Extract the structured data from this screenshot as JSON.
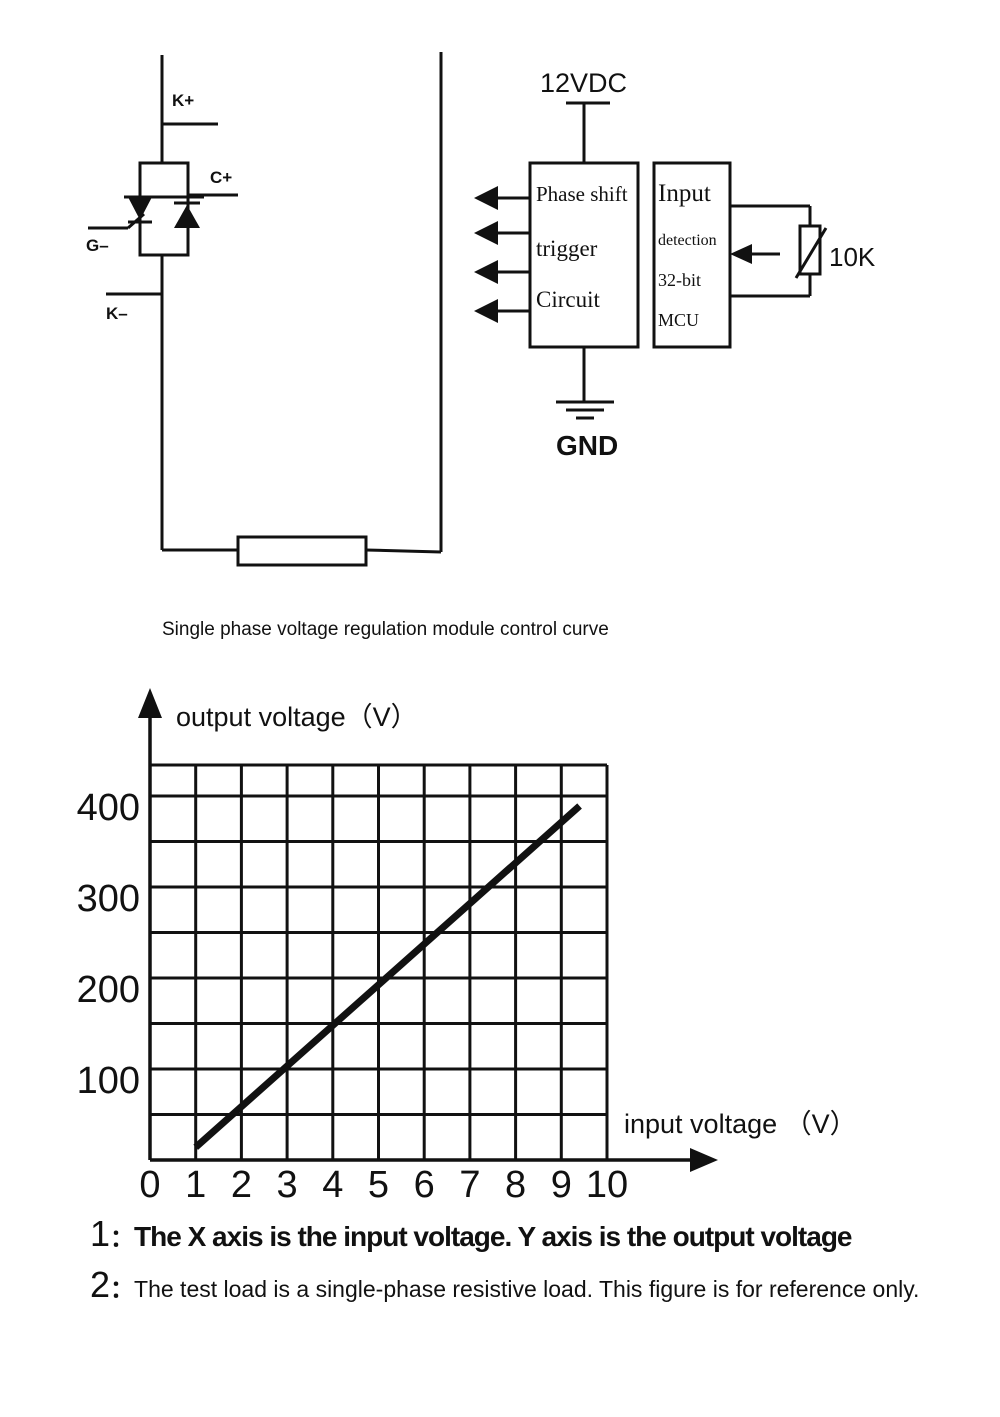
{
  "circuit": {
    "k_plus": "K+",
    "c_plus": "C+",
    "g_minus": "G–",
    "k_minus": "K–"
  },
  "controller": {
    "supply": "12VDC",
    "block1": [
      "Phase shift",
      "trigger",
      "Circuit"
    ],
    "block2_title": "Input",
    "block2_lines": [
      "detection",
      "32-bit",
      "MCU"
    ],
    "pot": "10K",
    "ground": "GND"
  },
  "chart_title": "Single phase voltage regulation module control curve",
  "chart_data": {
    "type": "line",
    "ylabel": "output voltage（V）",
    "xlabel": "input voltage （V）",
    "x_ticks": [
      "0",
      "1",
      "2",
      "3",
      "4",
      "5",
      "6",
      "7",
      "8",
      "9",
      "10"
    ],
    "y_ticks": [
      "100",
      "200",
      "300",
      "400"
    ],
    "xlim": [
      0,
      10
    ],
    "grid": true,
    "series": [
      {
        "x": [
          1,
          9.4
        ],
        "y": [
          25,
          400
        ]
      }
    ]
  },
  "notes": [
    {
      "num": "1",
      "sep": "：",
      "text": "The X axis is the input voltage. Y axis is the output voltage"
    },
    {
      "num": "2",
      "sep": "：",
      "text": "The test load is a single-phase resistive load. This figure is for reference only."
    }
  ]
}
